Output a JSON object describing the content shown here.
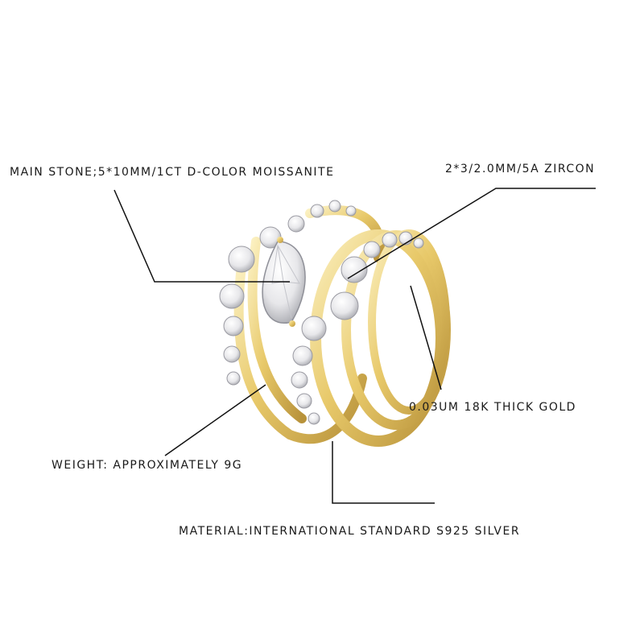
{
  "callouts": {
    "main_stone": "MAIN STONE;5*10MM/1CT D-COLOR MOISSANITE",
    "zircon": "2*3/2.0MM/5A ZIRCON",
    "gold": "0.03UM 18K THICK GOLD",
    "weight": "WEIGHT: APPROXIMATELY 9G",
    "material": "MATERIAL:INTERNATIONAL STANDARD S925 SILVER"
  },
  "colors": {
    "gold_light": "#f6e6a6",
    "gold_mid": "#e8c96a",
    "gold_dark": "#b8923a",
    "leader_line": "#111111"
  }
}
